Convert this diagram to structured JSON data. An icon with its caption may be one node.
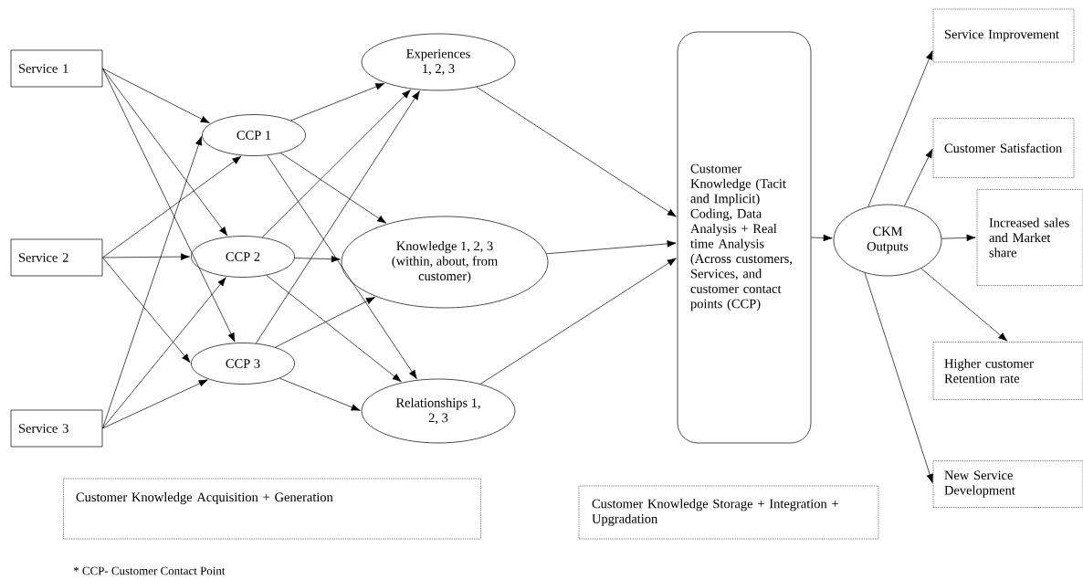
{
  "diagram": {
    "nodes": [
      {
        "text": [
          "Service 1"
        ]
      },
      {
        "text": [
          "Service 2"
        ]
      },
      {
        "text": [
          "Service 3"
        ]
      },
      {
        "text": [
          "CCP 1"
        ]
      },
      {
        "text": [
          "CCP 2"
        ]
      },
      {
        "text": [
          "CCP 3"
        ]
      },
      {
        "text": [
          "Experiences 1, 2, 3"
        ]
      },
      {
        "text": [
          "Knowledge 1, 2, 3 (within, about, from customer)"
        ]
      },
      {
        "text": [
          "Relationships 1, 2, 3"
        ]
      },
      {
        "text": [
          "Customer Knowledge (Tacit and Implicit) Coding, Data Analysis + Real time Analysis (Across customers, Services, and customer contact points (CCP)"
        ]
      },
      {
        "text": [
          "CKM Outputs"
        ]
      },
      {
        "text": [
          "Service Improvement"
        ]
      },
      {
        "text": [
          "Customer Satisfaction"
        ]
      },
      {
        "text": [
          "Increased sales and Market share"
        ]
      },
      {
        "text": [
          "Higher customer Retention rate"
        ]
      },
      {
        "text": [
          "New Service Development"
        ]
      },
      {
        "text": [
          "Customer Knowledge Acquisition + Generation"
        ]
      },
      {
        "text": [
          "Customer Knowledge Storage + Integration + Upgradation"
        ]
      }
    ],
    "edges": [
      {
        "from": 0,
        "to": 3,
        "arrow": "to"
      },
      {
        "from": 0,
        "to": 4,
        "arrow": "to"
      },
      {
        "from": 0,
        "to": 5,
        "arrow": "to"
      },
      {
        "from": 1,
        "to": 3,
        "arrow": "to"
      },
      {
        "from": 1,
        "to": 4,
        "arrow": "to"
      },
      {
        "from": 1,
        "to": 5,
        "arrow": "to"
      },
      {
        "from": 2,
        "to": 3,
        "arrow": "to"
      },
      {
        "from": 2,
        "to": 4,
        "arrow": "to"
      },
      {
        "from": 2,
        "to": 5,
        "arrow": "to"
      },
      {
        "from": 3,
        "to": 6,
        "arrow": "to"
      },
      {
        "from": 3,
        "to": 7,
        "arrow": "to"
      },
      {
        "from": 3,
        "to": 8,
        "arrow": "to"
      },
      {
        "from": 4,
        "to": 6,
        "arrow": "to"
      },
      {
        "from": 4,
        "to": 7,
        "arrow": "to"
      },
      {
        "from": 4,
        "to": 8,
        "arrow": "to"
      },
      {
        "from": 5,
        "to": 6,
        "arrow": "to"
      },
      {
        "from": 5,
        "to": 7,
        "arrow": "to"
      },
      {
        "from": 5,
        "to": 8,
        "arrow": "to"
      },
      {
        "from": 6,
        "to": 9,
        "arrow": "to"
      },
      {
        "from": 7,
        "to": 9,
        "arrow": "to"
      },
      {
        "from": 8,
        "to": 9,
        "arrow": "to"
      },
      {
        "from": 9,
        "to": 10,
        "arrow": "to"
      },
      {
        "from": 10,
        "to": 11,
        "arrow": "to"
      },
      {
        "from": 10,
        "to": 12,
        "arrow": "to"
      },
      {
        "from": 10,
        "to": 13,
        "arrow": "to"
      },
      {
        "from": 10,
        "to": 14,
        "arrow": "to"
      },
      {
        "from": 10,
        "to": 15,
        "arrow": "to"
      }
    ],
    "labels": [
      "* CCP- Customer Contact Point"
    ]
  }
}
